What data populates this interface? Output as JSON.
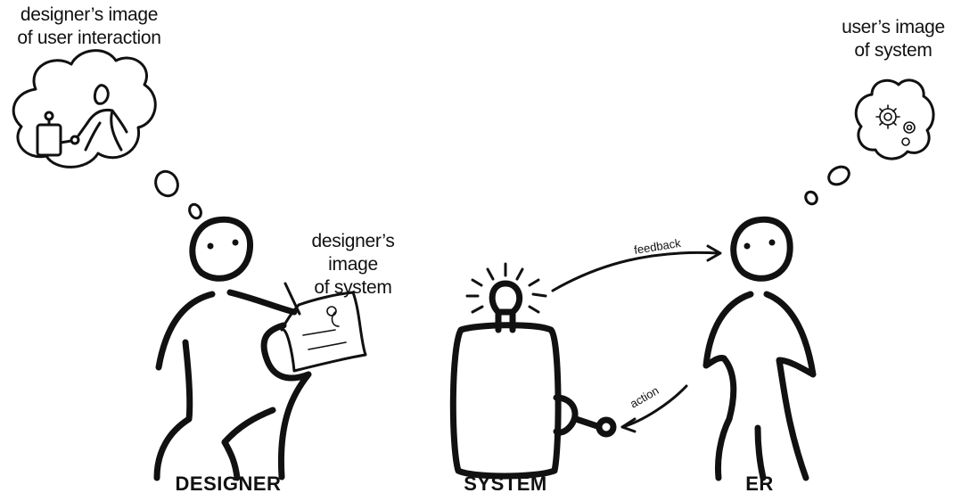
{
  "labels": {
    "designer_image_user_interaction": [
      "designer’s image",
      "of user interaction"
    ],
    "designer_image_system": [
      "designer’s image",
      "of system"
    ],
    "user_image_system": [
      "user’s image",
      "of system"
    ]
  },
  "captions": {
    "designer": "DESIGNER",
    "system": "SYSTEM",
    "user": "ER"
  },
  "arrows": {
    "feedback": "feedback",
    "action": "action"
  }
}
